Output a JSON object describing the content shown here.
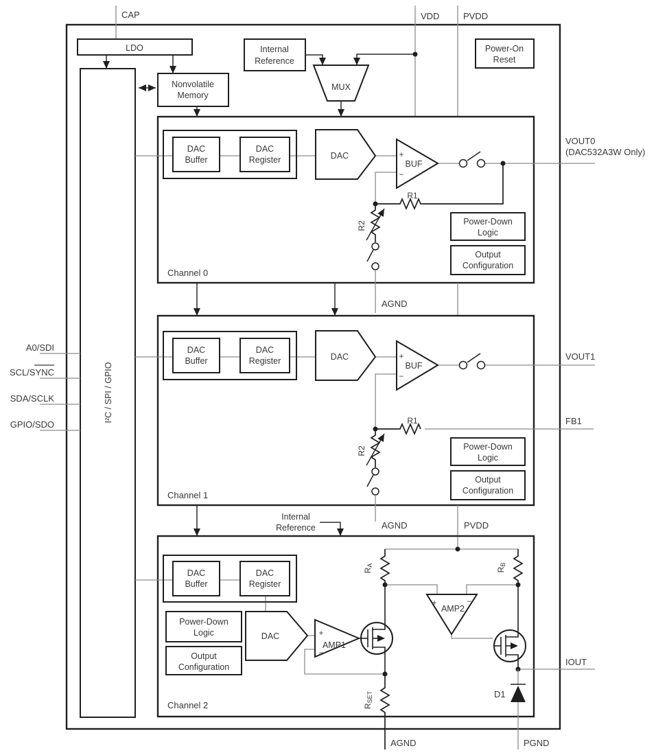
{
  "symbols": {
    "plus": "+",
    "minus": "−"
  },
  "top": {
    "cap": "CAP",
    "vdd": "VDD",
    "pvdd": "PVDD",
    "ldo": "LDO",
    "nvm_1": "Nonvolatile",
    "nvm_2": "Memory",
    "internal_reference_1": "Internal",
    "internal_reference_2": "Reference",
    "mux": "MUX",
    "power_on_reset_1": "Power-On",
    "power_on_reset_2": "Reset"
  },
  "left": {
    "interface_label": "I²C / SPI / GPIO",
    "pin_a0_sdi": "A0/SDI",
    "pin_scl": "SCL/",
    "pin_sync": "SYNC",
    "pin_sda_sclk": "SDA/SCLK",
    "pin_gpio_sdo": "GPIO/SDO"
  },
  "channel0": {
    "label": "Channel 0",
    "dac_buffer_1": "DAC",
    "dac_buffer_2": "Buffer",
    "dac_register_1": "DAC",
    "dac_register_2": "Register",
    "dac": "DAC",
    "buf": "BUF",
    "r1": "R1",
    "r2": "R2",
    "power_down_1": "Power-Down",
    "power_down_2": "Logic",
    "output_config_1": "Output",
    "output_config_2": "Configuration",
    "agnd": "AGND",
    "vout": "VOUT0",
    "vout_note": "(DAC532A3W Only)"
  },
  "channel1": {
    "label": "Channel 1",
    "dac_buffer_1": "DAC",
    "dac_buffer_2": "Buffer",
    "dac_register_1": "DAC",
    "dac_register_2": "Register",
    "dac": "DAC",
    "buf": "BUF",
    "r1": "R1",
    "r2": "R2",
    "power_down_1": "Power-Down",
    "power_down_2": "Logic",
    "output_config_1": "Output",
    "output_config_2": "Configuration",
    "agnd": "AGND",
    "pvdd": "PVDD",
    "vout": "VOUT1",
    "fb": "FB1"
  },
  "mid": {
    "internal_reference_1": "Internal",
    "internal_reference_2": "Reference"
  },
  "channel2": {
    "label": "Channel 2",
    "dac_buffer_1": "DAC",
    "dac_buffer_2": "Buffer",
    "dac_register_1": "DAC",
    "dac_register_2": "Register",
    "power_down_1": "Power-Down",
    "power_down_2": "Logic",
    "output_config_1": "Output",
    "output_config_2": "Configuration",
    "dac": "DAC",
    "amp1": "AMP1",
    "amp2": "AMP2",
    "r_a_base": "R",
    "r_a_sub": "A",
    "r_b_base": "R",
    "r_b_sub": "B",
    "r_set_base": "R",
    "r_set_sub": "SET",
    "d1": "D1",
    "iout": "IOUT",
    "agnd": "AGND",
    "pgnd": "PGND"
  },
  "colors": {
    "background": "#ffffff",
    "block_line": "#1f1f1f",
    "wire": "#8c8c8c",
    "text": "#383838"
  }
}
